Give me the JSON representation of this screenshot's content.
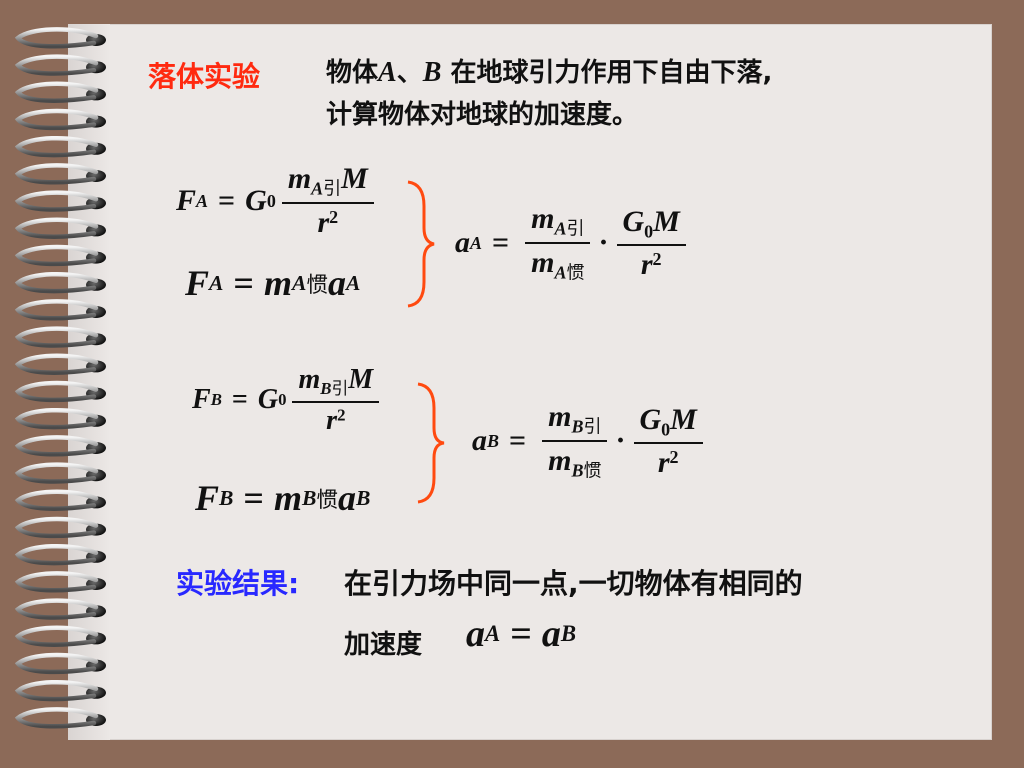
{
  "heading": {
    "label": "落体实验",
    "line1_prefix": "物体",
    "var_a": "A",
    "separator": "、",
    "var_b": "B",
    "line1_suffix": "在地球引力作用下自由下落,",
    "line2": "计算物体对地球的加速度。"
  },
  "block_a": {
    "eq1": {
      "lhs": "F",
      "lhs_sub": "A",
      "eq": "=",
      "const": "G",
      "const_sub": "0",
      "num_var": "m",
      "num_sub": "A",
      "num_tag": "引",
      "num_tail": "M",
      "den_var": "r",
      "den_sup": "2"
    },
    "eq2": {
      "lhs": "F",
      "lhs_sub": "A",
      "eq": "=",
      "m": "m",
      "m_sub": "A",
      "m_tag": "惯",
      "a": "a",
      "a_sub": "A"
    },
    "result": {
      "lhs": "a",
      "lhs_sub": "A",
      "eq": "=",
      "f1_num": "m",
      "f1_num_sub": "A",
      "f1_num_tag": "引",
      "f1_den": "m",
      "f1_den_sub": "A",
      "f1_den_tag": "惯",
      "dot": "·",
      "f2_num_g": "G",
      "f2_num_g_sub": "0",
      "f2_num_m": "M",
      "f2_den": "r",
      "f2_den_sup": "2"
    }
  },
  "block_b": {
    "eq1": {
      "lhs": "F",
      "lhs_sub": "B",
      "eq": "=",
      "const": "G",
      "const_sub": "0",
      "num_var": "m",
      "num_sub": "B",
      "num_tag": "引",
      "num_tail": "M",
      "den_var": "r",
      "den_sup": "2"
    },
    "eq2": {
      "lhs": "F",
      "lhs_sub": "B",
      "eq": "=",
      "m": "m",
      "m_sub": "B",
      "m_tag": "惯",
      "a": "a",
      "a_sub": "B"
    },
    "result": {
      "lhs": "a",
      "lhs_sub": "B",
      "eq": "=",
      "f1_num": "m",
      "f1_num_sub": "B",
      "f1_num_tag": "引",
      "f1_den": "m",
      "f1_den_sub": "B",
      "f1_den_tag": "惯",
      "dot": "·",
      "f2_num_g": "G",
      "f2_num_g_sub": "0",
      "f2_num_m": "M",
      "f2_den": "r",
      "f2_den_sup": "2"
    }
  },
  "conclusion": {
    "label": "实验结果:",
    "line1": "在引力场中同一点,一切物体有相同的",
    "line2": "加速度",
    "eq_lhs": "a",
    "eq_lhs_sub": "A",
    "eq": "=",
    "eq_rhs": "a",
    "eq_rhs_sub": "B"
  },
  "colors": {
    "heading": "#ff2a10",
    "brace": "#ff4a10",
    "conclusion_label": "#2828ff",
    "background": "#8c6a58",
    "page": "#ece8e6"
  },
  "icons": [
    "spiral-binding-rings-icon",
    "curly-brace-icon"
  ]
}
